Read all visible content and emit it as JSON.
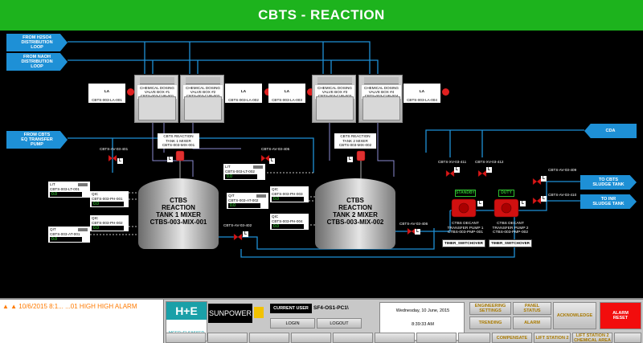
{
  "title": "CBTS - REACTION",
  "inflow_tags": {
    "h2so4": "FROM H2SO4\nDISTRIBUTION\nLOOP",
    "naoh": "FROM NAOH\nDISTRIBUTION\nLOOP",
    "cbts": "FROM CBTS\nEQ TRANSFER\nPUMP",
    "cda": "CDA"
  },
  "outflow_tags": {
    "sludge": "TO CBTS\nSLUDGE TANK",
    "inr": "TO INR\nSLUDGE TANK"
  },
  "level_alarms": [
    {
      "tag": "LA",
      "id": "CBTS-003-LA-001"
    },
    {
      "tag": "LA",
      "id": "CBTS-003-LA-002"
    },
    {
      "tag": "LA",
      "id": "CBTS-003-LA-003"
    },
    {
      "tag": "LA",
      "id": "CBTS-003-LA-004"
    }
  ],
  "valve_boxes": [
    {
      "label": "CHEMICAL DOSING\nVALVE BOX #1\nCBTS-003-CVB-001"
    },
    {
      "label": "CHEMICAL DOSING\nVALVE BOX #2\nCBTS-003-CVB-002"
    },
    {
      "label": "CHEMICAL DOSING\nVALVE BOX #3\nCBTS-003-CVB-003"
    },
    {
      "label": "CHEMICAL DOSING\nVALVE BOX #4\nCBTS-003-CVB-004"
    }
  ],
  "mixers": [
    {
      "label": "CBTS REACTION\nTANK 1 MIXER\nCBTS-003-MIX-001"
    },
    {
      "label": "CBTS REACTION\nTANK 2 MIXER\nCBTS-003-MIX-002"
    }
  ],
  "tanks": [
    {
      "label": "CTBS\nREACTION\nTANK 1 MIXER\nCTBS-003-MIX-001"
    },
    {
      "label": "CTBS\nREACTION\nTANK 2 MIXER\nCTBS-003-MIX-002"
    }
  ],
  "valves": {
    "av401": "CBTS-AV-03-401",
    "av402": "CBTS-AV-03-402",
    "av405": "CBTS-AV-03-405",
    "av406": "CBTS-AV-03-406",
    "xv411": "CBTS-XV-03-411",
    "xv412": "CBTS-XV-03-412",
    "av409": "CBTS-AV-03-409",
    "av410": "CBTS-AV-03-410"
  },
  "instruments": [
    {
      "type": "LIT",
      "id": "CBTS-003-LT-001",
      "value": "0.0"
    },
    {
      "type": "QIC",
      "id": "CBTS-003-PH-001",
      "value": "0.0"
    },
    {
      "type": "QIC",
      "id": "CBTS-003-PH-002",
      "value": "0.0"
    },
    {
      "type": "QIT",
      "id": "CBTS-003-AT-001",
      "value": "0.0"
    },
    {
      "type": "LIT",
      "id": "CBTS-003-LT-002",
      "value": "0.0"
    },
    {
      "type": "QIT",
      "id": "CBTS-003-AT-002",
      "value": "0.0"
    },
    {
      "type": "QIC",
      "id": "CBTS-003-PH-003",
      "value": "0.0"
    },
    {
      "type": "QIC",
      "id": "CBTS-003-PH-004",
      "value": "0.0"
    }
  ],
  "pumps": [
    {
      "status": "STANDBY",
      "label": "CTBS DECANT\nTRANSFER PUMP 1\nCTBS-003-PMP-001",
      "timer": "TIMER_SWITCHOVER"
    },
    {
      "status": "DUTY",
      "label": "CTBS DECANT\nTRANSFER PUMP 2\nCTBS-003-PMP-002",
      "timer": "TIMER_SWITCHOVER"
    }
  ],
  "mode_letter": "L",
  "footer": {
    "alarm_text": "10/6/2015 8:1...   ...01 HIGH HIGH ALARM",
    "current_user_label": "CURRENT USER",
    "current_user": "SF4-OS1-PC1\\",
    "login": "LOGIN",
    "logout": "LOGOUT",
    "date": "Wednesday, 10 June, 2015",
    "time": "8:39:33 AM",
    "logo_he": "H+E",
    "logo_he_sub": "MGER+ELSASSER",
    "logo_sunpower": "SUNPOWER",
    "buttons": {
      "engineering": "ENGINEERING\nSETTINGS",
      "panel": "PANEL\nSTATUS",
      "trending": "TRENDING",
      "alarm": "ALARM",
      "acknowledge": "ACKNOWLEDGE",
      "alarm_reset": "ALARM\nRESET",
      "compensate": "COMPENSATE",
      "lift2": "LIFT STATION 2",
      "lift2_chem": "LIFT STATION 2\nCHEMICAL AREA"
    }
  },
  "colors": {
    "title_green": "#1db31d",
    "pipe_blue": "#1e90d6",
    "alarm_red": "#e02020",
    "value_green": "#3dff3d"
  }
}
